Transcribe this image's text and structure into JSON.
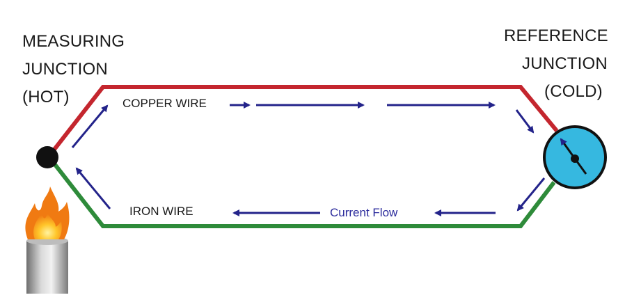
{
  "diagram": {
    "measuring_junction": {
      "lines": [
        "MEASURING",
        "JUNCTION",
        "(HOT)"
      ]
    },
    "reference_junction": {
      "lines": [
        "REFERENCE",
        "JUNCTION",
        "(COLD)"
      ]
    },
    "copper_wire_label": "COPPER WIRE",
    "iron_wire_label": "IRON WIRE",
    "current_flow_label": "Current Flow"
  },
  "colors": {
    "copper_wire": "#c4262e",
    "iron_wire": "#2e8b3a",
    "arrows": "#23238a",
    "meter_face": "#36b8e0",
    "meter_rim": "#111111",
    "junction": "#111111",
    "flame_outer": "#f7941d",
    "flame_inner": "#ffd23f"
  },
  "icons": {
    "flame": "flame-icon",
    "burner": "burner-icon",
    "meter": "meter-icon"
  }
}
